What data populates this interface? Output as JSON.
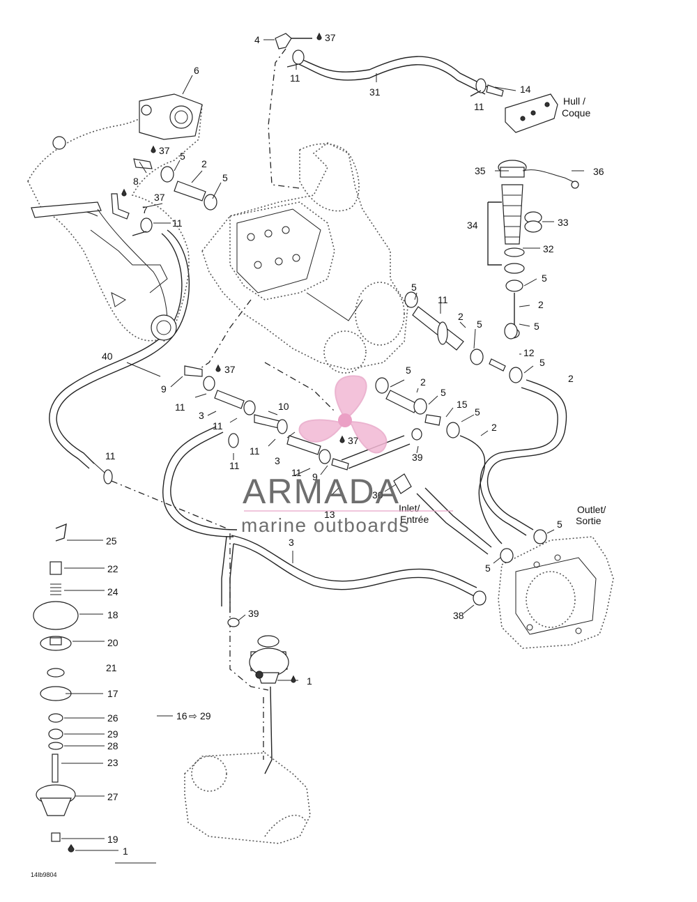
{
  "labels": {
    "l37a": "37",
    "l4": "4",
    "l11a": "11",
    "l31": "31",
    "l14": "14",
    "l11b": "11",
    "l_hull": "Hull /",
    "l_coque": "Coque",
    "l6": "6",
    "l37b": "37",
    "l5a": "5",
    "l2a": "2",
    "l8": "8",
    "l37c": "37",
    "l5b": "5",
    "l7": "7",
    "l11c": "11",
    "l35": "35",
    "l36": "36",
    "l33": "33",
    "l34": "34",
    "l32": "32",
    "l5c": "5",
    "l2b": "2",
    "l5d": "5",
    "l11d": "11",
    "l2c": "2",
    "l5e": "5",
    "l12": "12",
    "l5f": "5",
    "l40": "40",
    "l37d": "37",
    "l9a": "9",
    "l5g": "5",
    "l2d": "2",
    "l2e": "2",
    "l11e": "11",
    "l3a": "3",
    "l10": "10",
    "l5h": "5",
    "l15": "15",
    "l5i": "5",
    "l11f": "11",
    "l11g": "11",
    "l11h": "11",
    "l37e": "37",
    "l2f": "2",
    "l3b": "3",
    "l39a": "39",
    "l11i": "11",
    "l11j": "11",
    "l9b": "9",
    "l30": "30",
    "l13": "13",
    "l_inlet": "Inlet/",
    "l_entree": "Entrée",
    "l_outlet": "Outlet/",
    "l_sortie": "Sortie",
    "l5j": "5",
    "l3c": "3",
    "l5k": "5",
    "l25": "25",
    "l22": "22",
    "l24": "24",
    "l18": "18",
    "l20": "20",
    "l21": "21",
    "l17": "17",
    "l26": "26",
    "l29": "29",
    "l28": "28",
    "l23": "23",
    "l27": "27",
    "l19": "19",
    "l1a": "1",
    "l39b": "39",
    "l38": "38",
    "l1b": "1",
    "l16": "16",
    "l16_29": "29"
  },
  "watermark": {
    "brand": "ARMADA",
    "tagline": "marine outboards",
    "color": "#e8a8c8"
  },
  "figure_code": "14Ib9804"
}
